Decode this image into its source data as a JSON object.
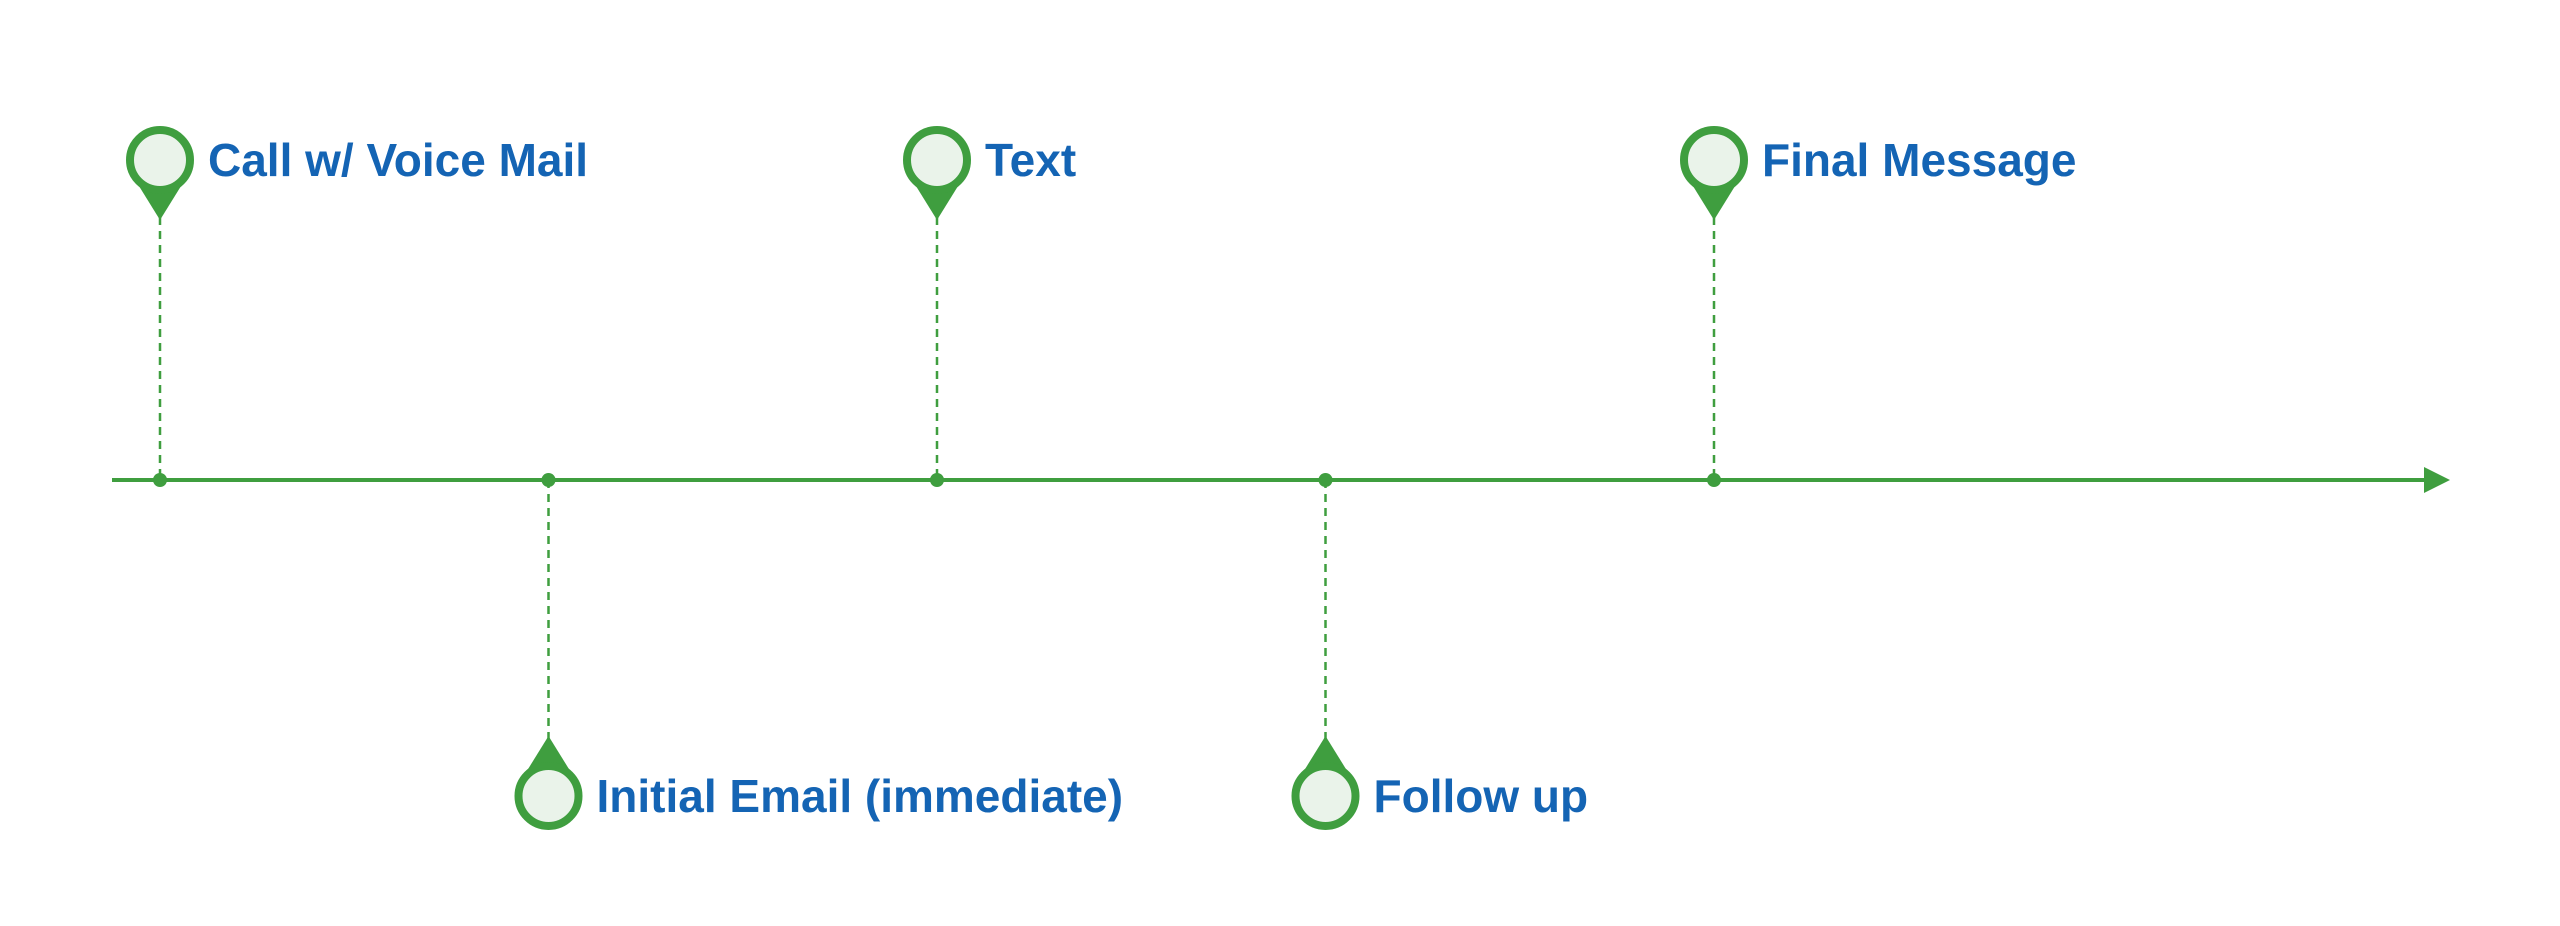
{
  "colors": {
    "line": "#3f9e3f",
    "marker_fill": "#eaf3ea",
    "label": "#1464b4"
  },
  "timeline": {
    "direction": "left-to-right",
    "arrow_end": true,
    "events": [
      {
        "order": 1,
        "label": "Call w/ Voice Mail",
        "side": "above"
      },
      {
        "order": 2,
        "label": "Initial Email (immediate)",
        "side": "below"
      },
      {
        "order": 3,
        "label": "Text",
        "side": "above"
      },
      {
        "order": 4,
        "label": "Follow up",
        "side": "below"
      },
      {
        "order": 5,
        "label": "Final Message",
        "side": "above"
      }
    ]
  }
}
